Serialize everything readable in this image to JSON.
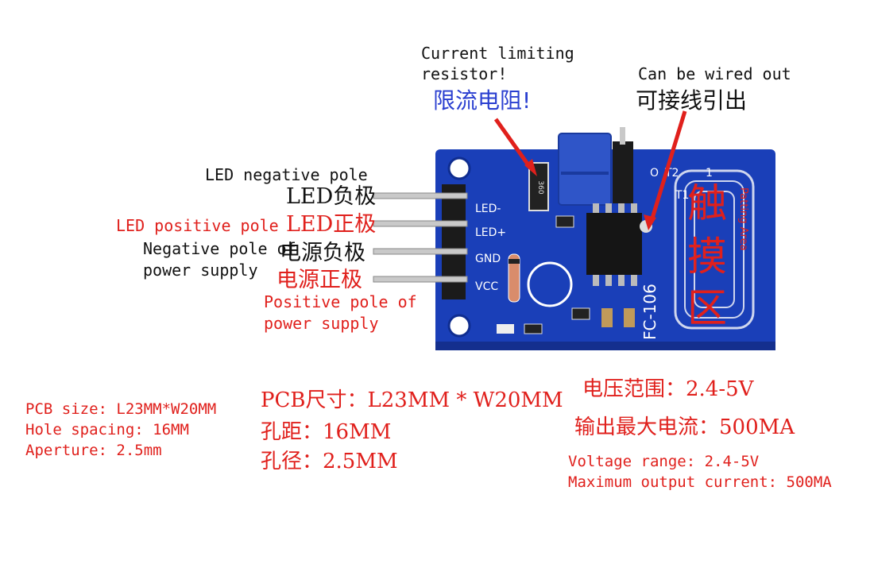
{
  "annotations": {
    "resistor_en_1": "Current limiting",
    "resistor_en_2": "resistor!",
    "resistor_cn": "限流电阻!",
    "wire_en": "Can be wired out",
    "wire_cn": "可接线引出",
    "led_neg_en": "LED negative pole",
    "led_neg_cn": "LED负极",
    "led_pos_en": "LED positive pole",
    "led_pos_cn": "LED正极",
    "pwr_neg_en_1": "Negative pole of",
    "pwr_neg_en_2": "power supply",
    "pwr_neg_cn": "电源负极",
    "pwr_pos_cn": "电源正极",
    "pwr_pos_en_1": "Positive pole of",
    "pwr_pos_en_2": "power supply"
  },
  "board": {
    "pin_labels": [
      "LED-",
      "LED+",
      "GND",
      "VCC"
    ],
    "model": "FC-106",
    "touch_cn": [
      "触",
      "摸",
      "区"
    ],
    "touch_en": "Patting Area",
    "t2": "T2",
    "t1": "T1",
    "o": "O",
    "one": "1",
    "resistor_code": "360",
    "colors": {
      "pcb": "#1a3fb8",
      "silk": "#ffffff",
      "jumper": "#2f55c8",
      "red": "#e0201c"
    }
  },
  "specs_left": {
    "line1": "PCB size: L23MM*W20MM",
    "line2": "Hole spacing: 16MM",
    "line3": "Aperture: 2.5mm"
  },
  "specs_center": {
    "line1": "PCB尺寸：L23MM * W20MM",
    "line2": "孔距：16MM",
    "line3": "孔径：2.5MM"
  },
  "specs_right": {
    "line1": "电压范围：2.4-5V",
    "line2": "输出最大电流：500MA",
    "line3": "Voltage range: 2.4-5V",
    "line4": "Maximum output current: 500MA"
  }
}
